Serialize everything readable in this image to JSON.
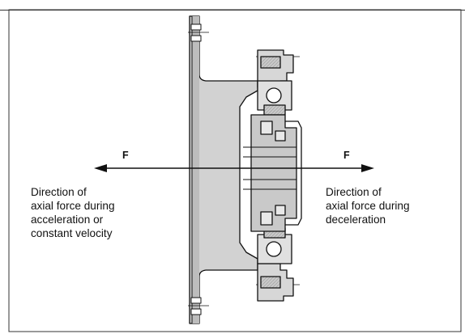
{
  "labels": {
    "force_left": "F",
    "force_right": "F",
    "left_description": [
      "Direction of",
      "axial force during",
      "acceleration or",
      "constant velocity"
    ],
    "right_description": [
      "Direction of",
      "axial force during",
      "deceleration"
    ]
  },
  "colors": {
    "line": "#111111",
    "frame": "#333333",
    "metal_fill": "#cfcfcf",
    "metal_dark": "#8a8a8a",
    "background": "#ffffff"
  }
}
